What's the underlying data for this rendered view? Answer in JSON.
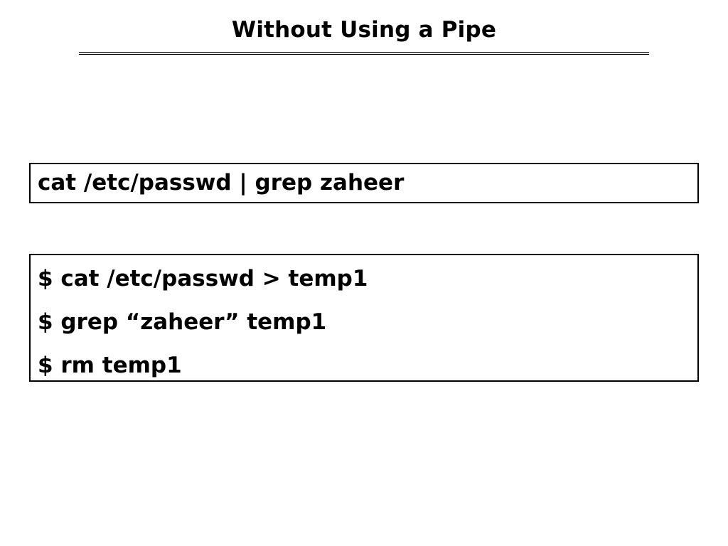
{
  "slide": {
    "title": "Without Using a Pipe",
    "pipe_command": "cat /etc/passwd | grep zaheer",
    "steps": [
      "$ cat /etc/passwd > temp1",
      "$ grep “zaheer” temp1",
      "$ rm temp1"
    ]
  }
}
